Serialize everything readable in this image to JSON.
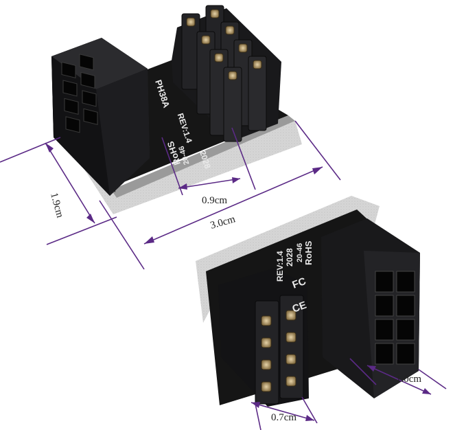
{
  "colors": {
    "dimension_line": "#5b2a86",
    "connector_body": "#1b1b1d",
    "pcb": "#141414",
    "felt": "#d9d9d9",
    "background": "#ffffff"
  },
  "pcb_markings": {
    "model": "PH38A",
    "revision": "REV:1.4",
    "date": "2028",
    "batch": "20-46",
    "rohs": "RoHS"
  },
  "dimensions": {
    "height": "1.9cm",
    "length": "3.0cm",
    "pin_row_top": "0.9cm",
    "connector_width": "1.0cm",
    "pin_row_bottom": "0.7cm"
  }
}
